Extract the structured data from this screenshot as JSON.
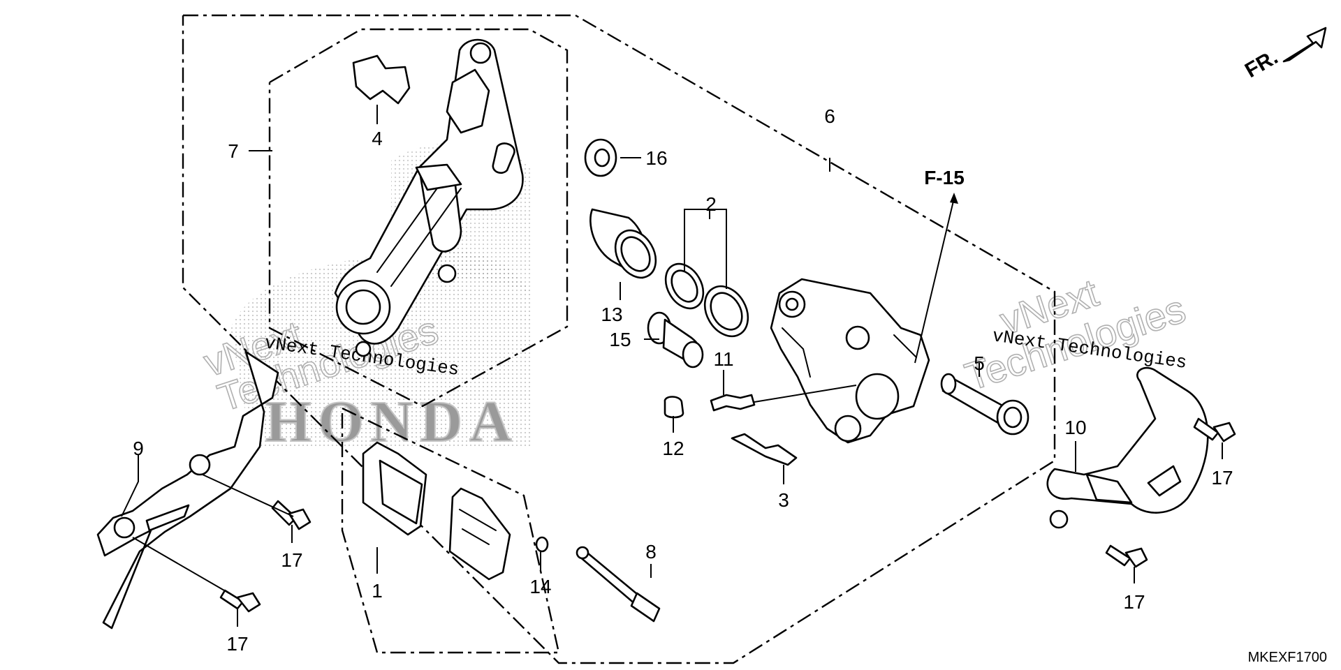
{
  "colors": {
    "ink": "#000000",
    "paper": "#ffffff",
    "watermark": "#b0b0b0"
  },
  "direction_arrow": {
    "label": "FR."
  },
  "reference": {
    "label": "F-15"
  },
  "diagram_code": "MKEXF1700",
  "watermarks": {
    "line1": "vNext Technologies",
    "outline1": "vNext",
    "outline2": "Technologies",
    "brand": "HONDA"
  },
  "callouts": [
    {
      "id": "1",
      "label": "1"
    },
    {
      "id": "2",
      "label": "2"
    },
    {
      "id": "3",
      "label": "3"
    },
    {
      "id": "4",
      "label": "4"
    },
    {
      "id": "5",
      "label": "5"
    },
    {
      "id": "6",
      "label": "6"
    },
    {
      "id": "7",
      "label": "7"
    },
    {
      "id": "8",
      "label": "8"
    },
    {
      "id": "9",
      "label": "9"
    },
    {
      "id": "10",
      "label": "10"
    },
    {
      "id": "11",
      "label": "11"
    },
    {
      "id": "12",
      "label": "12"
    },
    {
      "id": "13",
      "label": "13"
    },
    {
      "id": "14",
      "label": "14"
    },
    {
      "id": "15",
      "label": "15"
    },
    {
      "id": "16",
      "label": "16"
    },
    {
      "id": "17a",
      "label": "17"
    },
    {
      "id": "17b",
      "label": "17"
    },
    {
      "id": "17c",
      "label": "17"
    },
    {
      "id": "17d",
      "label": "17"
    }
  ]
}
